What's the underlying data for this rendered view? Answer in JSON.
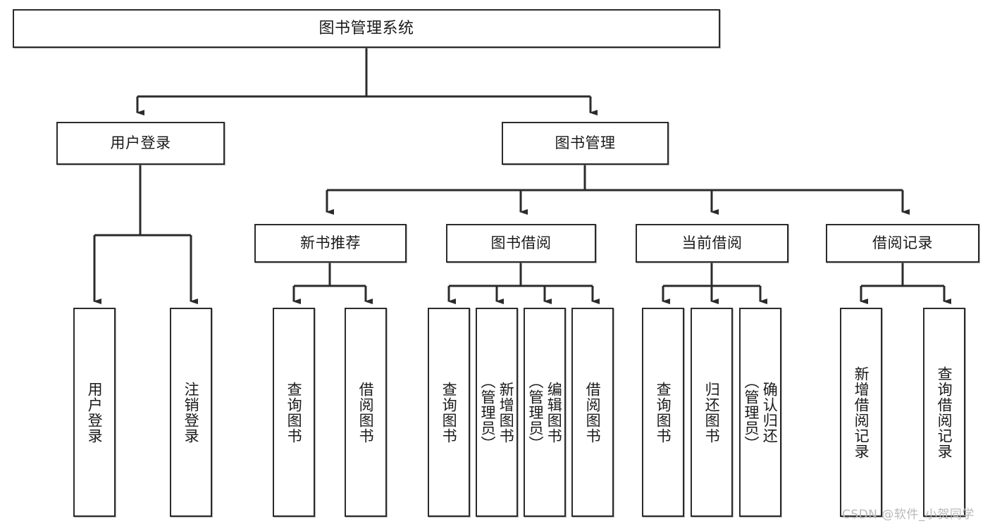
{
  "diagram": {
    "title": "图书管理系统",
    "type": "tree",
    "background": "#ffffff",
    "line_color": "#2b2b2b",
    "box_fill": "#ffffff",
    "levels": {
      "root": {
        "label": "图书管理系统"
      },
      "level2": [
        {
          "label": "用户登录"
        },
        {
          "label": "图书管理"
        }
      ],
      "level3": [
        {
          "label": "新书推荐"
        },
        {
          "label": "图书借阅"
        },
        {
          "label": "当前借阅"
        },
        {
          "label": "借阅记录"
        }
      ],
      "leaves": [
        {
          "label": "用户登录",
          "parent": "用户登录"
        },
        {
          "label": "注销登录",
          "parent": "用户登录"
        },
        {
          "label": "查询图书",
          "parent": "新书推荐"
        },
        {
          "label": "借阅图书",
          "parent": "新书推荐"
        },
        {
          "label": "查询图书",
          "parent": "图书借阅"
        },
        {
          "label": "新增图书\n（管理员）",
          "parent": "图书借阅"
        },
        {
          "label": "编辑图书\n（管理员）",
          "parent": "图书借阅"
        },
        {
          "label": "借阅图书",
          "parent": "图书借阅"
        },
        {
          "label": "查询图书",
          "parent": "当前借阅"
        },
        {
          "label": "归还图书",
          "parent": "当前借阅"
        },
        {
          "label": "确认归还\n（管理员）",
          "parent": "当前借阅"
        },
        {
          "label": "新增借阅记录",
          "parent": "借阅记录"
        },
        {
          "label": "查询借阅记录",
          "parent": "借阅记录"
        }
      ]
    }
  },
  "watermark": {
    "text": "CSDN @软件_小贺同学"
  }
}
